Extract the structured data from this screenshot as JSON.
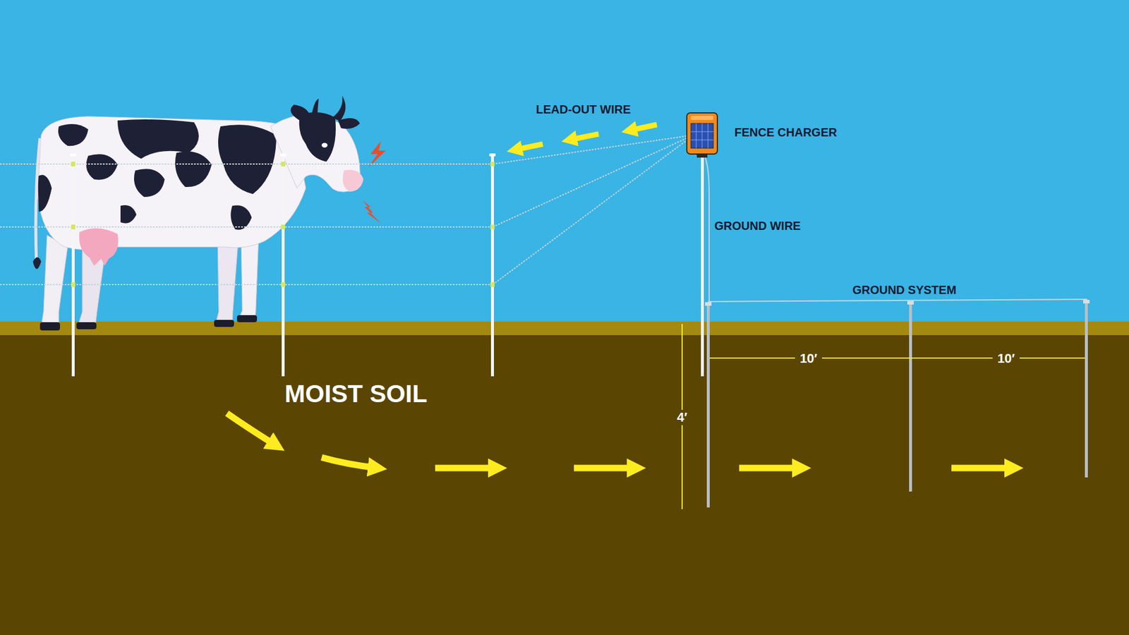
{
  "diagram": {
    "labels": [
      "LEAD-OUT WIRE",
      "FENCE CHARGER",
      "GROUND WIRE",
      "GROUND SYSTEM",
      "10′",
      "10′",
      "4′",
      "MOIST SOIL"
    ]
  }
}
